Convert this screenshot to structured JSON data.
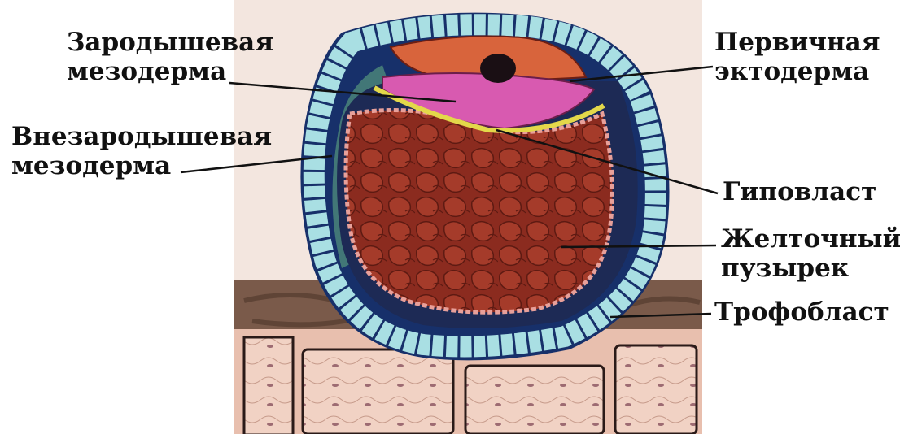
{
  "labels": {
    "germinal_mesoderm": [
      "Зародышевая",
      "мезодерма"
    ],
    "extraembryonic_mesoderm": [
      "Внезародышевая",
      "мезодерма"
    ],
    "primary_ectoderm": [
      "Первичная",
      "эктодерма"
    ],
    "hypoblast": [
      "Гиповласт"
    ],
    "yolk_sac": [
      "Желточный",
      "пузырек"
    ],
    "trophoblast": [
      "Трофобласт"
    ]
  },
  "colors": {
    "background": "#ffffff",
    "panel": "#f3e6df",
    "trophoblast_cells": "#a9dfe3",
    "dark_blue": "#17306a",
    "yolk": "#8b2b1f",
    "yolk_cells": "#b24a36",
    "ectoderm": "#d8643c",
    "germinal_mesoderm": "#d85ab0",
    "hypoblast": "#e3d84a",
    "uterine_wall": "#7a5a4a",
    "glands": "#efcbb7",
    "line": "#111111"
  }
}
